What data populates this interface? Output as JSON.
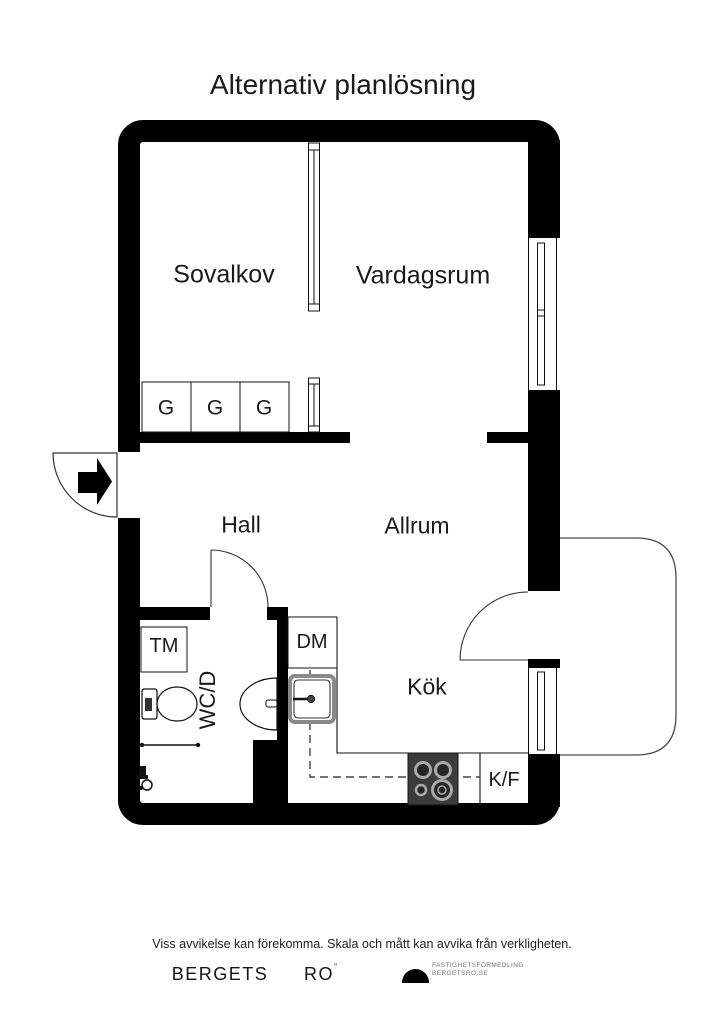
{
  "title": "Alternativ planlösning",
  "rooms": {
    "sovalkov": "Sovalkov",
    "vardagsrum": "Vardagsrum",
    "hall": "Hall",
    "allrum": "Allrum",
    "kok": "Kök",
    "wcd": "WC/D"
  },
  "fixtures": {
    "wardrobes": [
      "G",
      "G",
      "G"
    ],
    "washing_machine": "TM",
    "dishwasher": "DM",
    "fridge_freezer": "K/F"
  },
  "footer": {
    "disclaimer": "Viss avvikelse kan förekomma. Skala och mått kan avvika från verkligheten.",
    "brand_name_left": "BERGETS",
    "brand_name_right": "RO",
    "brand_mark": "”",
    "agency_line1": "FASTIGHETSFÖRMEDLING",
    "agency_line2": "BERGETSRO.SE"
  },
  "colors": {
    "wall": "#000000",
    "stove_body": "#3b3b3b",
    "burner_ring": "#a9a9a9",
    "counter_dashed": "#444444",
    "balcony_outline": "#4a4a4a",
    "agency_text": "#777777"
  }
}
